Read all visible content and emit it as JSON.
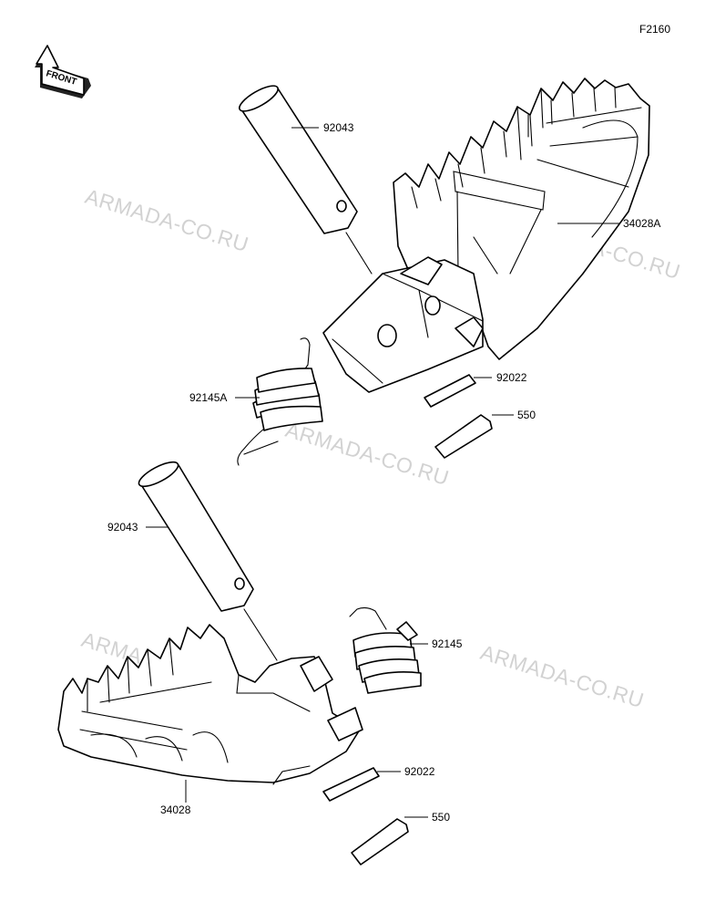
{
  "figure_code": "F2160",
  "front_label": "FRONT",
  "watermark": "ARMADA-CO.RU",
  "callouts": {
    "pin_upper": "92043",
    "step_upper": "34028A",
    "washer_upper": "92022",
    "cotter_upper": "550",
    "spring_upper": "92145A",
    "pin_lower": "92043",
    "spring_lower": "92145",
    "washer_lower": "92022",
    "cotter_lower": "550",
    "step_lower": "34028"
  },
  "colors": {
    "line": "#000000",
    "watermark": "#d2d2d2",
    "background": "#ffffff"
  }
}
